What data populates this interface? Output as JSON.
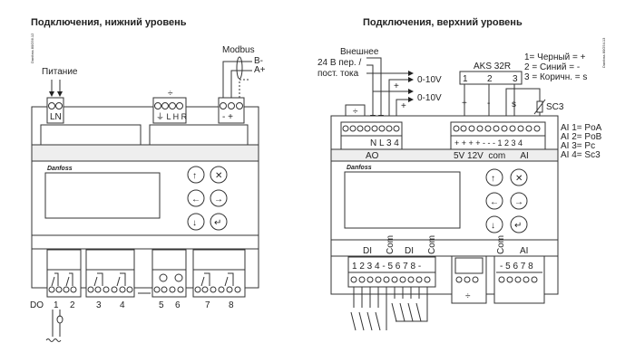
{
  "left": {
    "title": "Подключения, нижний уровень",
    "code": "Danfoss 80G56.12",
    "power_label": "Питание",
    "power_terminals": "LN",
    "display_terminals": "⏚ L H R",
    "modbus_label": "Modbus",
    "modbus_b": "B-",
    "modbus_a": "A+",
    "modbus_terminals": "- +",
    "do_label": "DO",
    "do_numbers": [
      "1",
      "2",
      "3",
      "4",
      "5",
      "6",
      "7",
      "8"
    ],
    "logo": "Danfoss",
    "buttons": [
      "up-arrow",
      "cancel-x",
      "left-arrow",
      "right-arrow",
      "down-arrow",
      "enter"
    ]
  },
  "right": {
    "title": "Подключения, верхний уровень",
    "code": "Danfoss 80G54.13",
    "ext_supply": [
      "Внешнее",
      "24 В пер. /",
      "пост. тока"
    ],
    "ao_outputs": [
      "0-10V",
      "0-10V"
    ],
    "plus": "+",
    "ao_terminals": "N L 3 4",
    "ao_label": "AO",
    "sensor_name": "AKS 32R",
    "sensor_pins": [
      "1",
      "2",
      "3"
    ],
    "sensor_wires": [
      "+",
      "-",
      "s"
    ],
    "legend_sensor": [
      "1= Черный = +",
      "2 = Синий = -",
      "3 = Коричн. = s"
    ],
    "sc3": "SC3",
    "ai_terminals": "+ + + + -  -  -  1 2 3 4",
    "ai_group_labels": "5V 12V  com      AI",
    "ai_legend": [
      "AI 1= PoA",
      "AI 2= PoB",
      "AI 3= Pc",
      "AI 4= Sc3"
    ],
    "di_label": "DI",
    "com_label": "Com",
    "di_terminals": "1 2 3 4 - 5 6 7 8 -",
    "ai_bottom_label": "AI",
    "ai_bottom_terminals": "- 5 6 7 8",
    "logo": "Danfoss"
  }
}
